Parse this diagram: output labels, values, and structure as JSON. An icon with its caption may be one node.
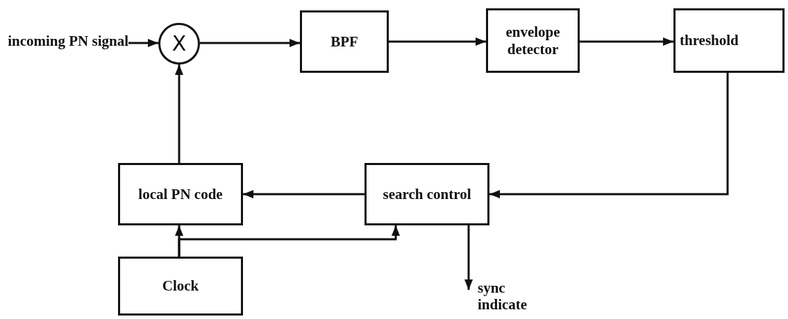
{
  "diagram": {
    "nodes": [
      {
        "text": [
          "incoming PN signal"
        ]
      },
      {
        "text": [
          "X"
        ]
      },
      {
        "text": [
          "BPF"
        ]
      },
      {
        "text": [
          "envelope detector"
        ]
      },
      {
        "text": [
          "threshold"
        ]
      },
      {
        "text": [
          "local PN code"
        ]
      },
      {
        "text": [
          "search control"
        ]
      },
      {
        "text": [
          "Clock"
        ]
      },
      {
        "text": [
          "sync indicate"
        ]
      }
    ],
    "edges": [
      {
        "from": 0,
        "to": 1,
        "arrow": "to"
      },
      {
        "from": 1,
        "to": 2,
        "arrow": "to"
      },
      {
        "from": 2,
        "to": 3,
        "arrow": "to"
      },
      {
        "from": 3,
        "to": 4,
        "arrow": "to"
      },
      {
        "from": 4,
        "to": 6,
        "arrow": "to"
      },
      {
        "from": 6,
        "to": 5,
        "arrow": "to"
      },
      {
        "from": 5,
        "to": 1,
        "arrow": "to"
      },
      {
        "from": 7,
        "to": 5,
        "arrow": "to"
      },
      {
        "from": 7,
        "to": 6,
        "arrow": "to"
      },
      {
        "from": 6,
        "to": 8,
        "arrow": "to"
      }
    ]
  }
}
